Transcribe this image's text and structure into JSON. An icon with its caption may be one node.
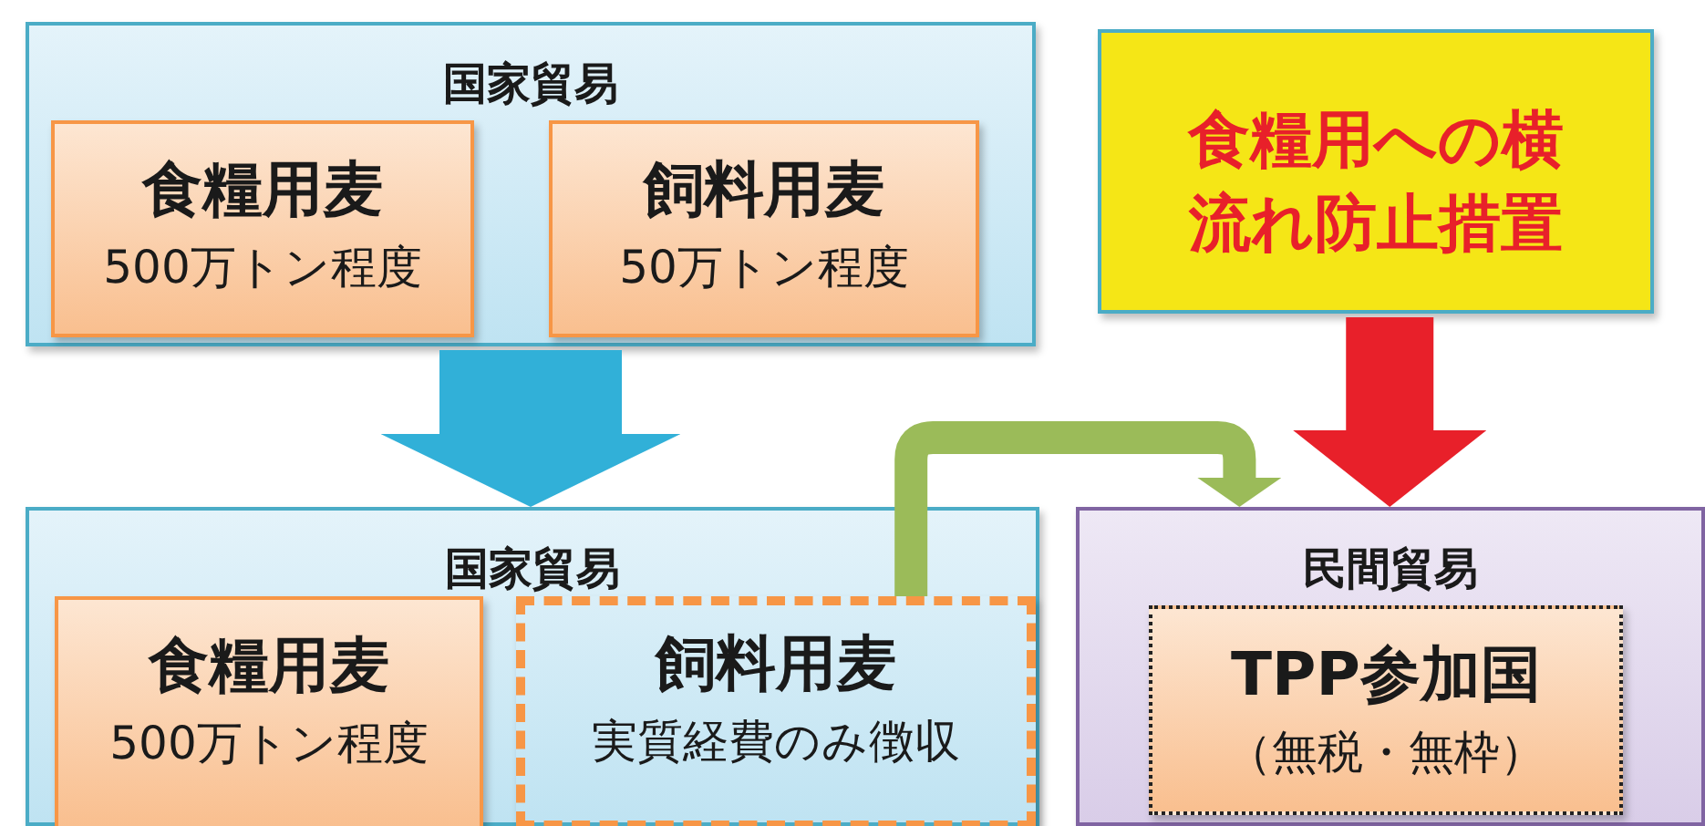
{
  "diagram": {
    "nodes": [
      {
        "text": [
          "国家貿易"
        ]
      },
      {
        "text": [
          "食糧用麦",
          "500万トン程度"
        ],
        "in": 0
      },
      {
        "text": [
          "飼料用麦",
          "50万トン程度"
        ],
        "in": 0
      },
      {
        "text": [
          "食糧用への横流れ防止措置"
        ]
      },
      {
        "text": [
          "国家貿易"
        ]
      },
      {
        "text": [
          "食糧用麦",
          "500万トン程度"
        ],
        "in": 4
      },
      {
        "text": [
          "飼料用麦",
          "実質経費のみ徴収"
        ],
        "in": 4
      },
      {
        "text": [
          "民間貿易"
        ]
      },
      {
        "text": [
          "TPP参加国",
          "（無税・無枠）"
        ],
        "in": 7
      }
    ],
    "edges": [
      {
        "from": 0,
        "to": 4,
        "arrow": "to",
        "style": "thick",
        "color": "#31b0d8"
      },
      {
        "from": 3,
        "to": 7,
        "arrow": "to",
        "color": "#e8202a"
      },
      {
        "from": 6,
        "to": 7,
        "arrow": "to",
        "color": "#9bbb59"
      }
    ]
  }
}
